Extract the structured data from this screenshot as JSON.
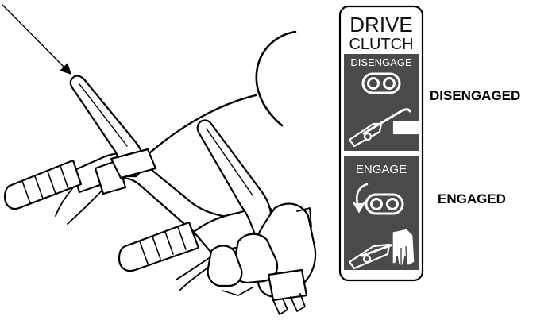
{
  "decal": {
    "title": "DRIVE",
    "subtitle": "CLUTCH",
    "top_panel_label": "DISENGAGE",
    "bottom_panel_label": "ENGAGE",
    "panel_color": "#4a4a4a",
    "panel_text_color": "#ffffff"
  },
  "callouts": {
    "disengaged": "DISENGAGED",
    "engaged": "ENGAGED"
  },
  "icons": {
    "handlebar": "handlebar-illustration",
    "clutch_lever": "drive-clutch-lever",
    "pointer_arrow": "pointer-arrow",
    "clutch_symbol": "clutch-symbol-icon",
    "rotate_arrow": "rotate-arrow-icon",
    "hand": "hand-icon"
  }
}
